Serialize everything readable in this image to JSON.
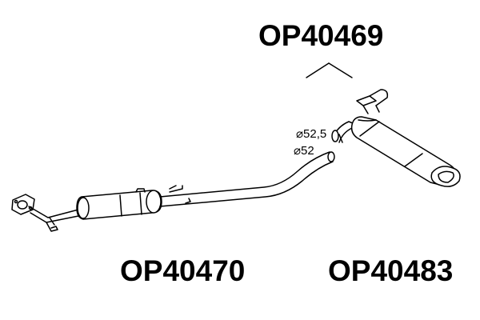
{
  "labels": {
    "rear_part": "OP40469",
    "front_part": "OP40470",
    "rear_muffler": "OP40483"
  },
  "dimensions": {
    "diameter_a": "52,5",
    "diameter_b": "52",
    "diameter_symbol": "⌀"
  },
  "colors": {
    "ink": "#000000",
    "background": "#ffffff"
  }
}
